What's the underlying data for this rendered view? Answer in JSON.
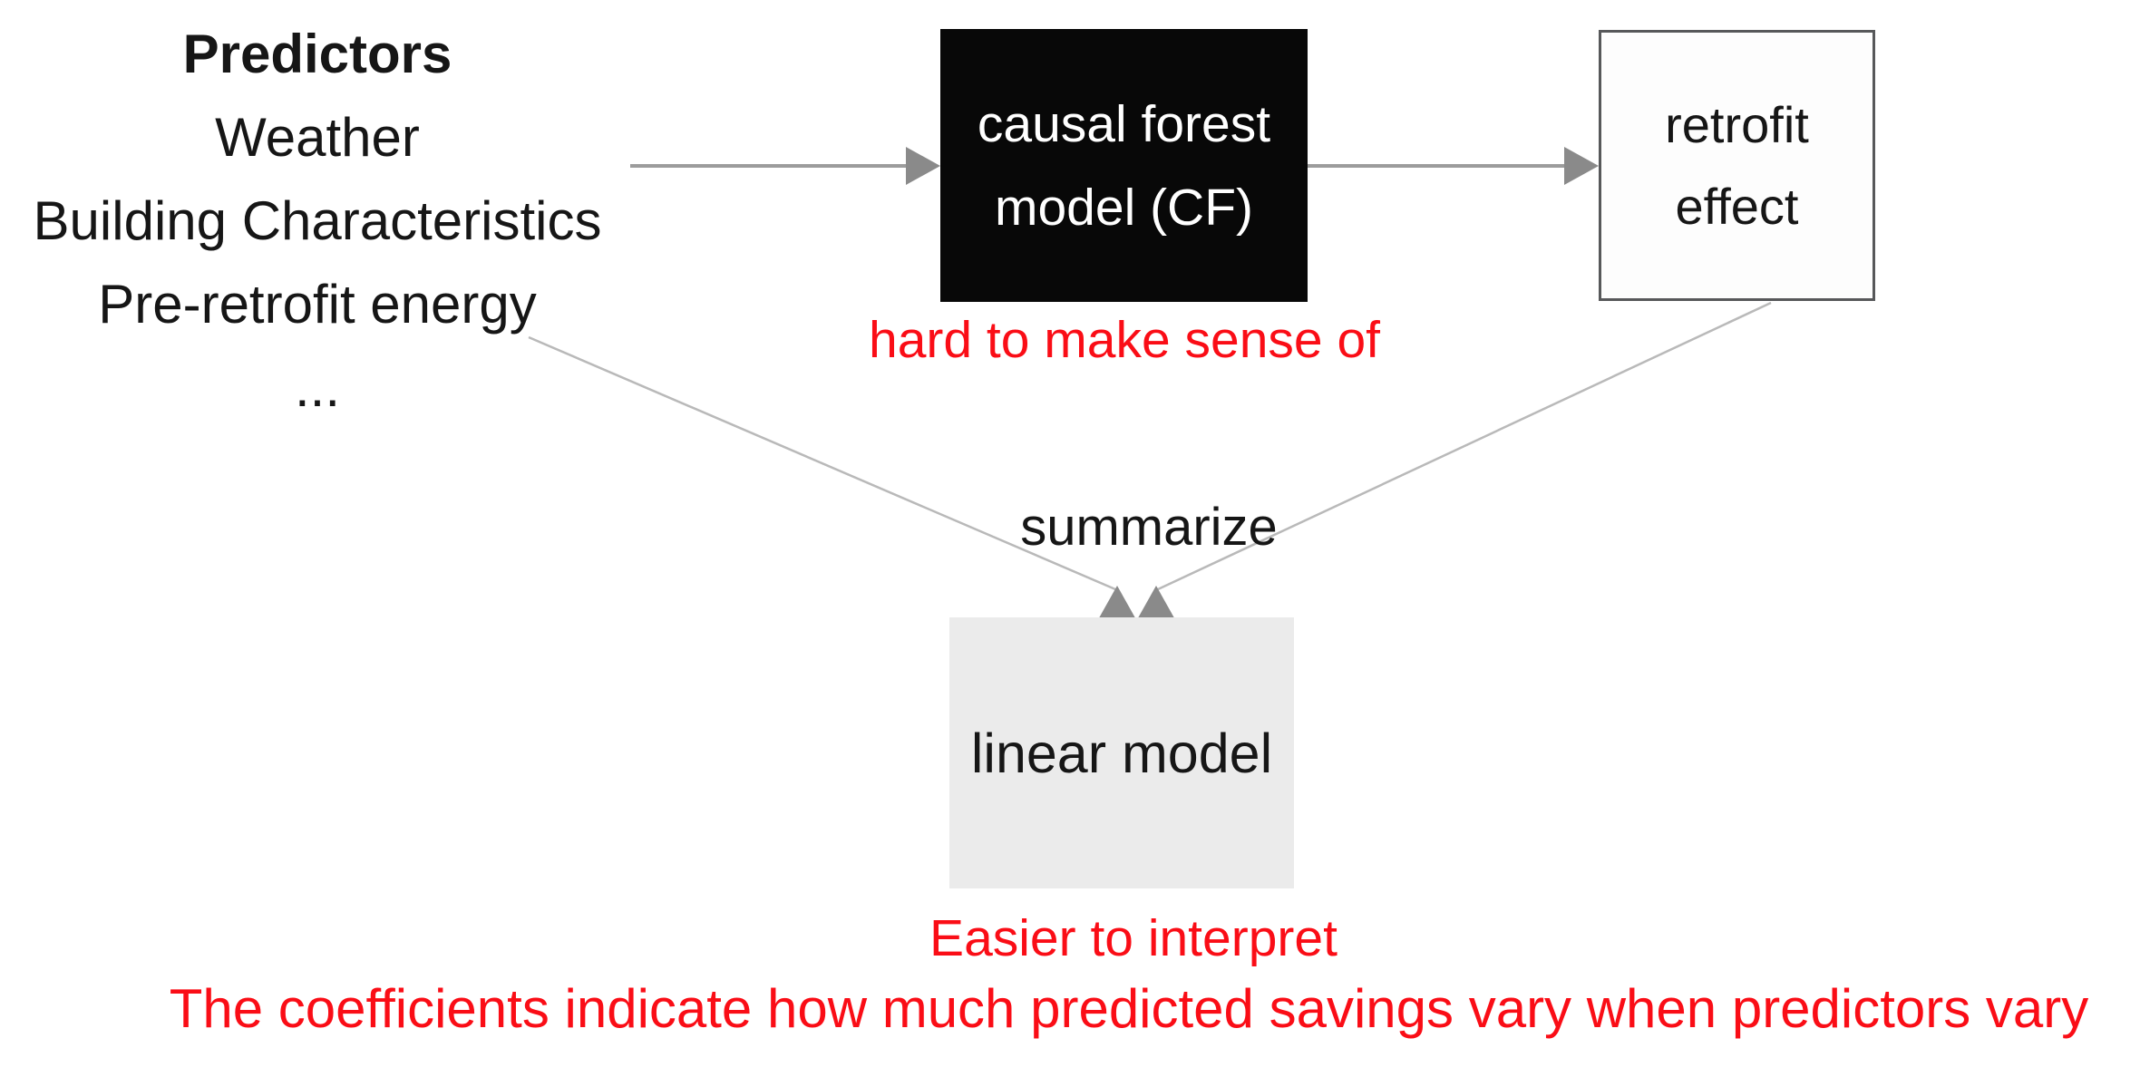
{
  "diagram": {
    "predictors": {
      "title": "Predictors",
      "items": [
        "Weather",
        "Building Characteristics",
        "Pre-retrofit energy",
        "..."
      ]
    },
    "cf_box": {
      "line1": "causal forest",
      "line2": "model (CF)"
    },
    "cf_note": "hard to make sense of",
    "retrofit_box": {
      "line1": "retrofit",
      "line2": "effect"
    },
    "summarize_label": "summarize",
    "linear_box": {
      "label": "linear model"
    },
    "linear_note": {
      "line1": "Easier to interpret",
      "line2": "The coefficients indicate how much predicted savings vary when predictors vary"
    },
    "colors": {
      "annotation_red": "#fa0d16",
      "cf_box_black": "#080808",
      "linear_box_gray": "#ebebeb",
      "retrofit_border_gray": "#57585a",
      "arrow_gray": "#8f8f8f",
      "connector_line_gray": "#b9b9b9"
    }
  }
}
